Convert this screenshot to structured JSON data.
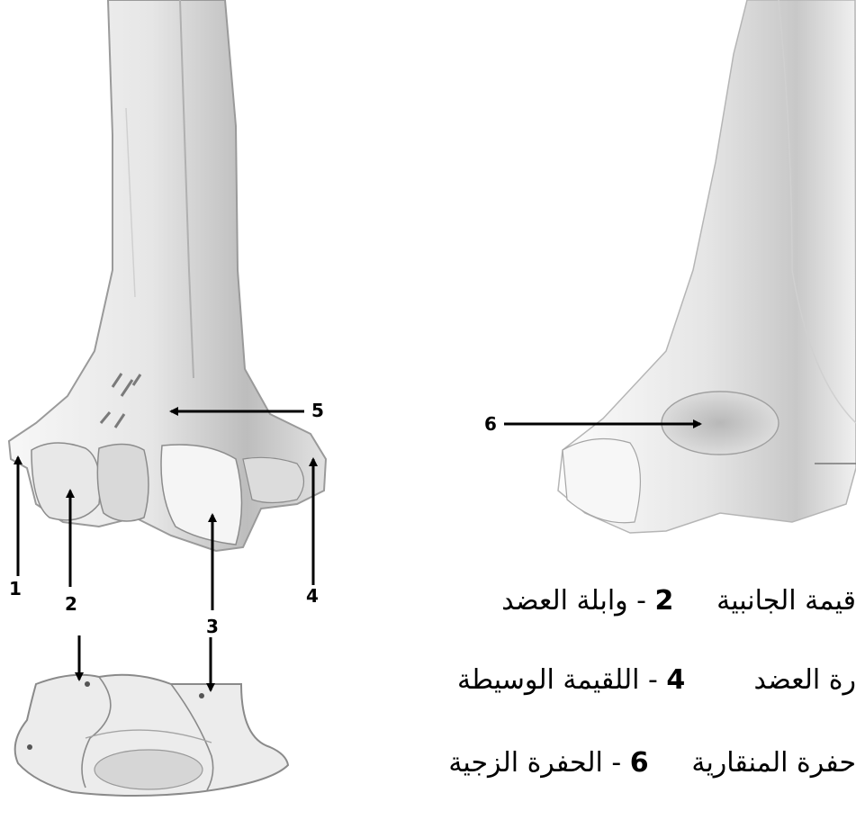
{
  "labels": {
    "l1": "1",
    "l2": "2",
    "l3": "3",
    "l4": "4",
    "l5": "5",
    "l6": "6"
  },
  "legend": {
    "row1_partial_name": "قيمة الجانبية",
    "row1_number": "2",
    "row1_name": "- وابلة العضد",
    "row2_partial_name": "رة العضد",
    "row2_number": "4",
    "row2_name": "- اللقيمة الوسيطة",
    "row3_partial_name": "حفرة المنقارية",
    "row3_number": "6",
    "row3_name": "- الحفرة الزجية"
  },
  "colors": {
    "bone_light": "#f1f1f1",
    "bone_mid": "#cfcfcf",
    "bone_dark": "#8a8a8a",
    "arrow": "#000000"
  }
}
